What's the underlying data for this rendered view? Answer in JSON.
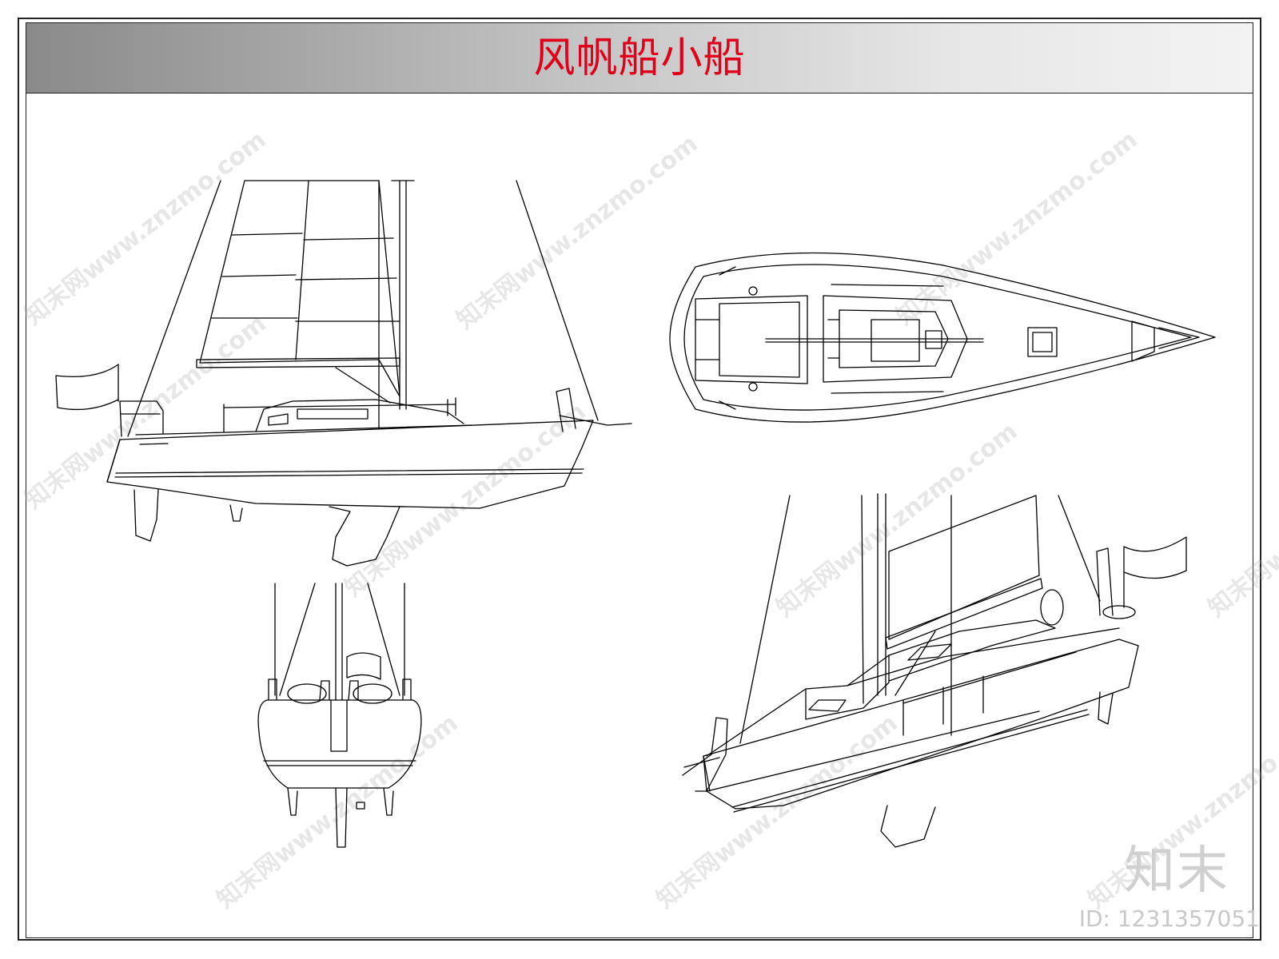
{
  "title": "风帆船小船",
  "brand_logo": "知末",
  "id_label": "ID: 1231357051",
  "watermark": "知末网www.znzmo.com",
  "colors": {
    "title": "#e0001a",
    "header_gradient_start": "#8a8a8a",
    "header_gradient_end": "#f3f3f3",
    "line": "#000000"
  },
  "views": [
    "side-elevation",
    "top-plan",
    "stern-elevation",
    "perspective"
  ]
}
